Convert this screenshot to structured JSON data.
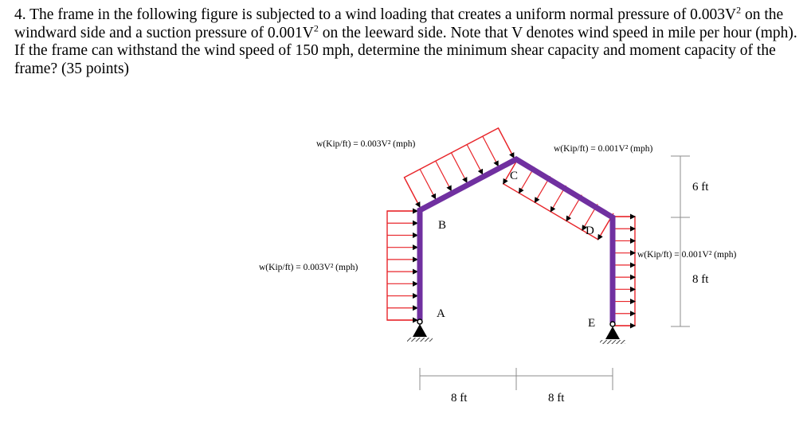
{
  "question": {
    "p1": "4. The frame in the following figure is subjected to a wind loading that creates a uniform normal pressure of 0.003V",
    "sup1": "2",
    "p2": " on the windward side and a suction pressure of 0.001V",
    "sup2": "2",
    "p3": " on the leeward side. Note that V denotes wind speed in mile per hour (mph). If the frame can withstand the wind speed of 150 mph, determine the minimum shear capacity and moment capacity of the frame? (35 points)"
  },
  "figure": {
    "load_windward_roof": "w(Kip/ft) = 0.003V² (mph)",
    "load_leeward_roof": "w(Kip/ft) = 0.001V² (mph)",
    "load_windward_column": "w(Kip/ft) = 0.003V² (mph)",
    "load_leeward_column": "w(Kip/ft) = 0.001V² (mph)",
    "node_a": "A",
    "node_b": "B",
    "node_c": "C",
    "node_d": "D",
    "node_e": "E",
    "dim_horizontal_left": "8 ft",
    "dim_horizontal_right": "8 ft",
    "dim_vertical_roof": "6 ft",
    "dim_vertical_column": "8 ft",
    "colors": {
      "frame": "#7030a0",
      "load": "#e8262b",
      "dimension": "#8c8c8c"
    }
  }
}
